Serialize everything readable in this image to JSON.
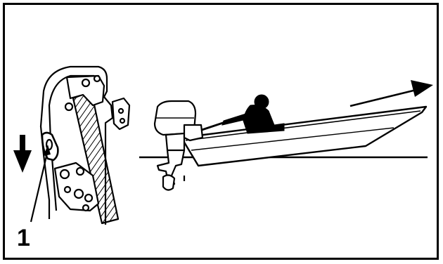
{
  "figure": {
    "callout_label": "1",
    "colors": {
      "ink": "#000000",
      "paper": "#ffffff"
    },
    "elements": [
      "tilt-bracket-assembly",
      "down-arrow-icon",
      "leader-line",
      "outboard-motor",
      "boat-hull",
      "operator-silhouette",
      "forward-direction-arrow",
      "water-line"
    ]
  }
}
